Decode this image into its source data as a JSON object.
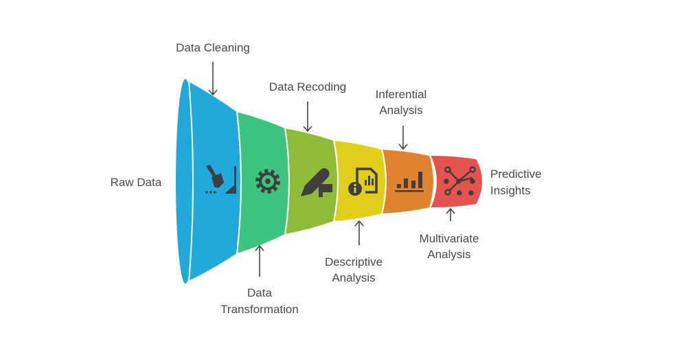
{
  "stages": [
    {
      "label": "Raw Data",
      "icon": "funnel-mouth",
      "color": "#20A9DA"
    },
    {
      "label": "Data Cleaning",
      "icon": "broom-icon",
      "color": "#20A9DA"
    },
    {
      "label": "Data Transformation",
      "icon": "gear-icon",
      "color": "#3DC47E"
    },
    {
      "label": "Data Recoding",
      "icon": "pencil-icon",
      "color": "#8FBC38"
    },
    {
      "label": "Descriptive Analysis",
      "icon": "info-chart-icon",
      "color": "#E0CE1A"
    },
    {
      "label": "Inferential Analysis",
      "icon": "bar-chart-icon",
      "color": "#E0832E"
    },
    {
      "label": "Multivariate Analysis",
      "icon": "network-icon",
      "color": "#E5534F"
    },
    {
      "label": "Predictive Insights",
      "icon": "funnel-output",
      "color": "#E5534F"
    }
  ],
  "labels": {
    "raw": "Raw Data",
    "cleaning": "Data Cleaning",
    "transformation_1": "Data",
    "transformation_2": "Transformation",
    "recoding": "Data Recoding",
    "descriptive_1": "Descriptive",
    "descriptive_2": "Analysis",
    "inferential_1": "Inferential",
    "inferential_2": "Analysis",
    "multivariate_1": "Multivariate",
    "multivariate_2": "Analysis",
    "predictive_1": "Predictive",
    "predictive_2": "Insights"
  }
}
